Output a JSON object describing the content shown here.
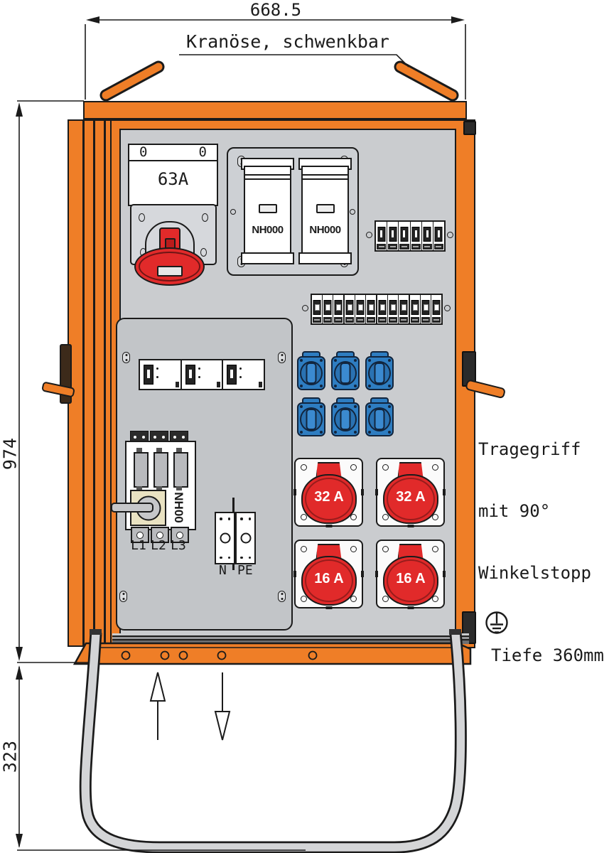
{
  "annotations": {
    "width": "668.5",
    "height": "974",
    "stand_height": "323",
    "depth": "Tiefe 360mm",
    "crane_label": "Kranöse, schwenkbar",
    "handle_label": [
      "Tragegriff",
      "mit 90°",
      "Winkelstopp"
    ]
  },
  "devices": {
    "main_inlet": {
      "rating": "63A",
      "zero_left": "0",
      "zero_right": "0"
    },
    "nh000_fuses": [
      "NH000",
      "NH000"
    ],
    "mcb_row1_count": 6,
    "mcb_row2_groups": 4,
    "mcb_row2_per_group": 3,
    "rcd_count": 3,
    "schuko_count": 6,
    "nh00_switch": {
      "label": "NH00",
      "phases": [
        "L1",
        "L2",
        "L3"
      ]
    },
    "terminals": {
      "neutral": "N",
      "earth": "PE"
    },
    "cee_outlets": [
      {
        "rating": "32 A"
      },
      {
        "rating": "32 A"
      },
      {
        "rating": "16 A"
      },
      {
        "rating": "16 A"
      }
    ]
  },
  "colors": {
    "orange": "#EF7E27",
    "red": "#E12A2A",
    "blue": "#2E7DC1",
    "panel_gray": "#CACCCF"
  }
}
